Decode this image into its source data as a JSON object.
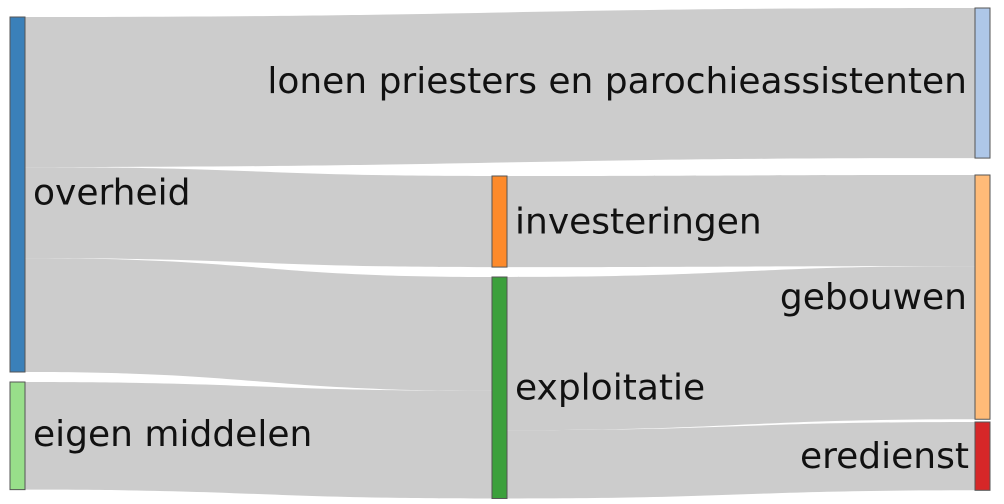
{
  "diagram": {
    "type": "sankey",
    "nodes": [
      {
        "id": "overheid",
        "label": "overheid",
        "color": "#3a80b9"
      },
      {
        "id": "eigen",
        "label": "eigen middelen",
        "color": "#98df8a"
      },
      {
        "id": "investeringen",
        "label": "investeringen",
        "color": "#fd8a2b"
      },
      {
        "id": "exploitatie",
        "label": "exploitatie",
        "color": "#3ca03c"
      },
      {
        "id": "lonen",
        "label": "lonen priesters en parochieassistenten",
        "color": "#aec7e8"
      },
      {
        "id": "gebouwen",
        "label": "gebouwen",
        "color": "#ffbb78"
      },
      {
        "id": "eredienst",
        "label": "eredienst",
        "color": "#d62728"
      }
    ],
    "links": [
      {
        "source": "overheid",
        "target": "lonen",
        "value": 145
      },
      {
        "source": "overheid",
        "target": "investeringen",
        "value": 88
      },
      {
        "source": "overheid",
        "target": "exploitatie",
        "value": 110
      },
      {
        "source": "eigen",
        "target": "exploitatie",
        "value": 104
      },
      {
        "source": "investeringen",
        "target": "gebouwen",
        "value": 88
      },
      {
        "source": "exploitatie",
        "target": "gebouwen",
        "value": 148
      },
      {
        "source": "exploitatie",
        "target": "eredienst",
        "value": 66
      }
    ]
  }
}
